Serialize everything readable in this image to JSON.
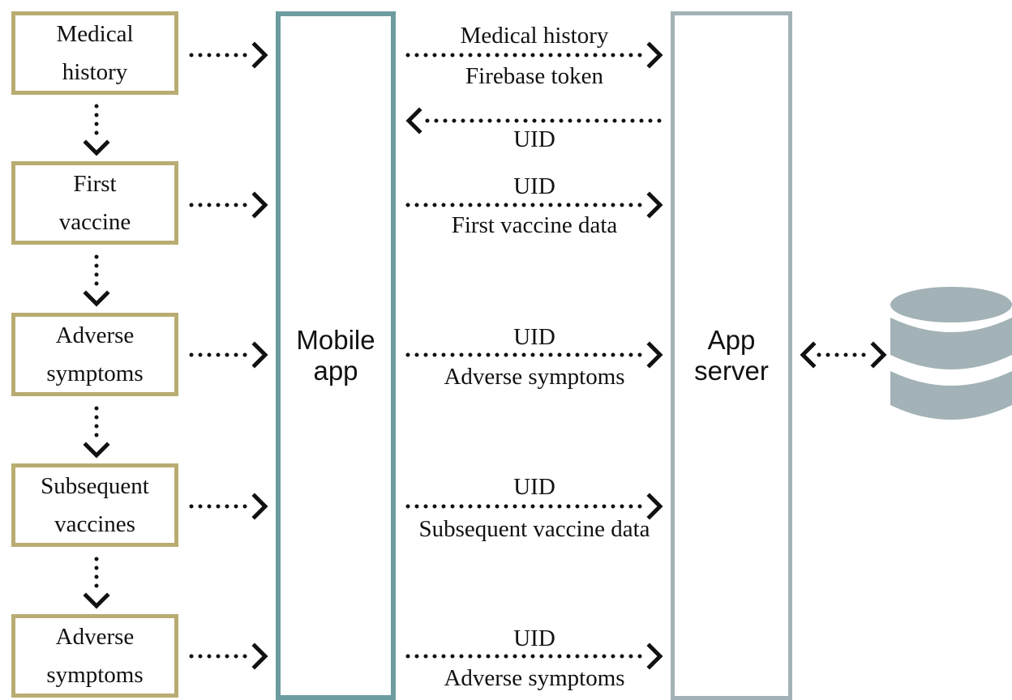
{
  "steps": [
    {
      "line1": "Medical",
      "line2": "history"
    },
    {
      "line1": "First",
      "line2": "vaccine"
    },
    {
      "line1": "Adverse",
      "line2": "symptoms"
    },
    {
      "line1": "Subsequent",
      "line2": "vaccines"
    },
    {
      "line1": "Adverse",
      "line2": "symptoms"
    }
  ],
  "mobile_app": {
    "line1": "Mobile",
    "line2": "app"
  },
  "app_server": {
    "line1": "App",
    "line2": "server"
  },
  "messages": [
    {
      "direction": "to-server",
      "above": "Medical history",
      "below": "Firebase token"
    },
    {
      "direction": "to-app",
      "above": "",
      "below": "UID"
    },
    {
      "direction": "to-server",
      "above": "UID",
      "below": "First vaccine data"
    },
    {
      "direction": "to-server",
      "above": "UID",
      "below": "Adverse symptoms"
    },
    {
      "direction": "to-server",
      "above": "UID",
      "below": "Subsequent vaccine data"
    },
    {
      "direction": "to-server",
      "above": "UID",
      "below": "Adverse symptoms"
    }
  ],
  "database": {
    "icon": "database-icon",
    "color": "#a2b2b6"
  },
  "colors": {
    "step_border": "#b9ac72",
    "mobile_border": "#6c9ca0",
    "server_border": "#a2b2b6",
    "arrow": "#111111"
  }
}
